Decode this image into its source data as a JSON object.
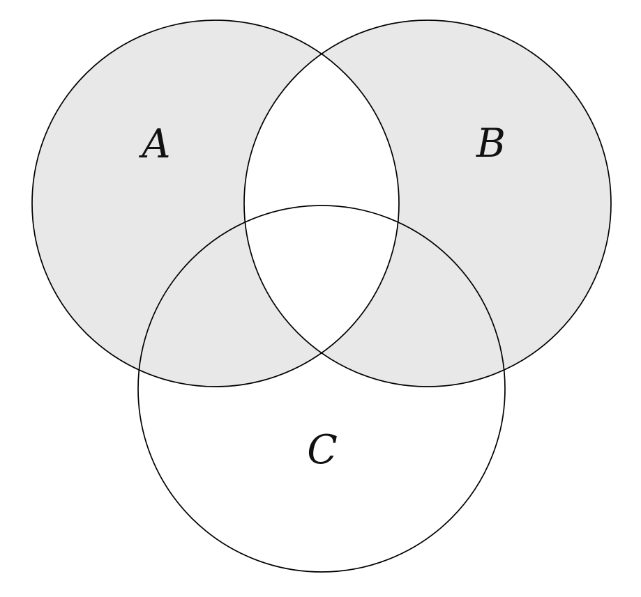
{
  "diagram": {
    "type": "venn-3-sets",
    "shaded_region": "(A ∪ B) − (A ∩ B)",
    "labels": {
      "a": "A",
      "b": "B",
      "c": "C"
    },
    "colors": {
      "shaded_fill": "#e8e8e8",
      "stroke": "#000000",
      "background": "#ffffff"
    }
  }
}
